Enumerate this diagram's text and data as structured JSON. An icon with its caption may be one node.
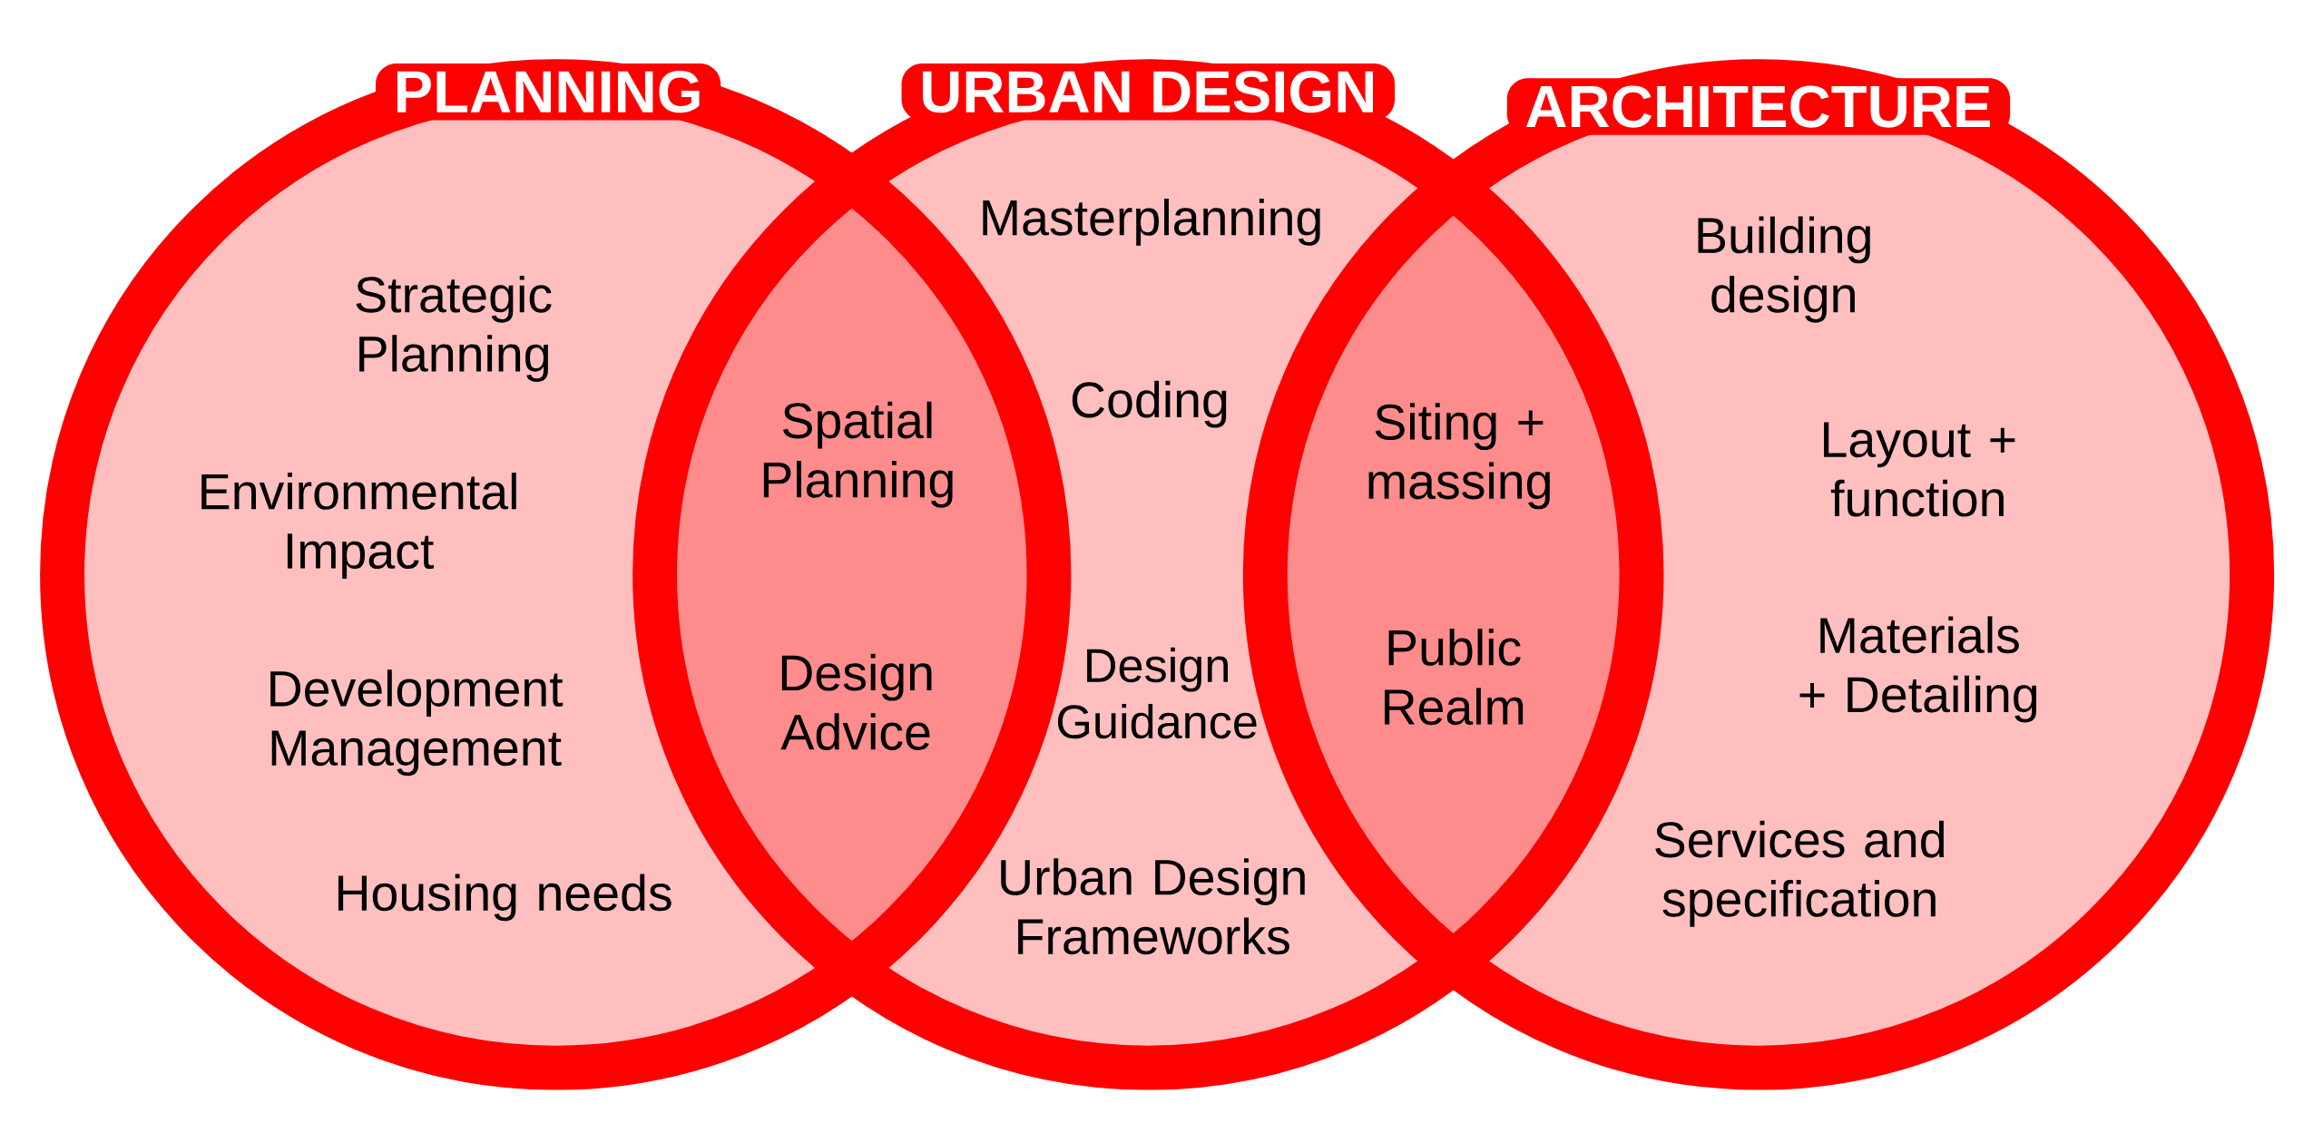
{
  "diagram": {
    "nodes": [
      {
        "text": [
          "PLANNING",
          "Strategic Planning",
          "Environmental Impact",
          "Development Management",
          "Housing needs"
        ]
      },
      {
        "text": [
          "URBAN DESIGN",
          "Masterplanning",
          "Coding",
          "Design Guidance",
          "Urban Design Frameworks"
        ]
      },
      {
        "text": [
          "ARCHITECTURE",
          "Building design",
          "Layout + function",
          "Materials + Detailing",
          "Services and specification"
        ]
      },
      {
        "text": [
          "Spatial Planning",
          "Design Advice"
        ]
      },
      {
        "text": [
          "Siting + massing",
          "Public Realm"
        ]
      }
    ]
  }
}
